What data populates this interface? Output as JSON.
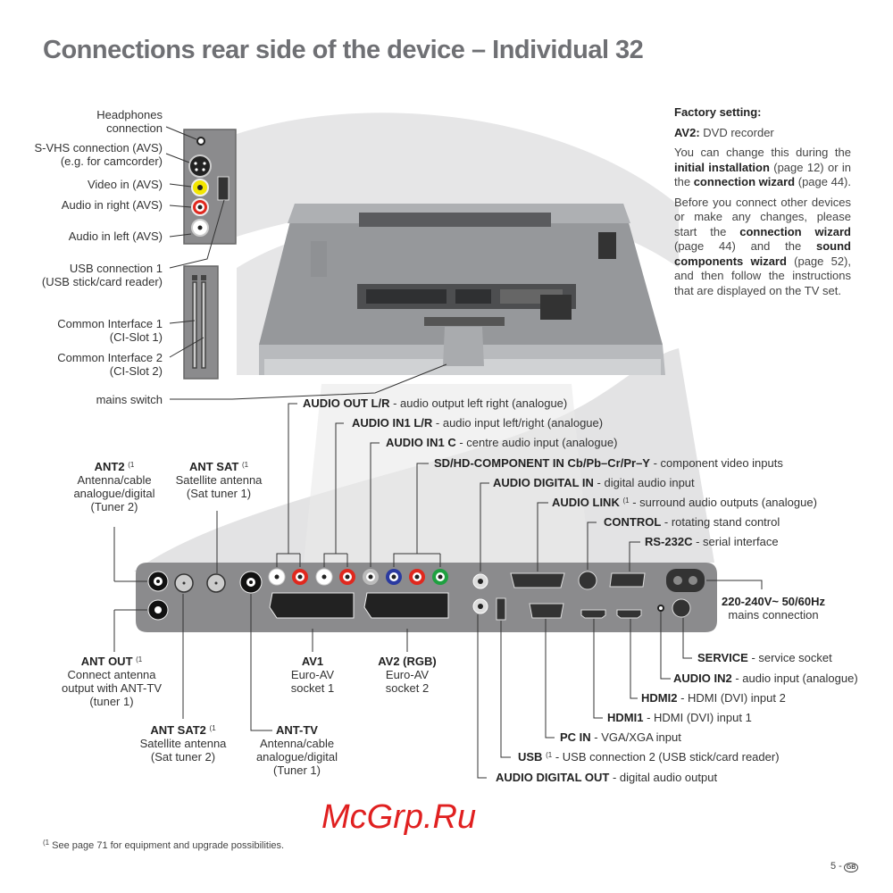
{
  "title": "Connections rear side of the device – Individual 32",
  "side_panel_labels": {
    "headphones": [
      "Headphones",
      "connection"
    ],
    "svhs": [
      "S-VHS connection (AVS)",
      "(e.g. for camcorder)"
    ],
    "video_in": "Video in (AVS)",
    "audio_right": "Audio in right (AVS)",
    "audio_left": "Audio in left (AVS)",
    "usb1": [
      "USB connection 1",
      "(USB stick/card reader)"
    ],
    "ci1": [
      "Common Interface 1",
      "(CI-Slot 1)"
    ],
    "ci2": [
      "Common Interface 2",
      "(CI-Slot 2)"
    ],
    "mains_switch": "mains switch"
  },
  "info": {
    "heading": "Factory setting:",
    "av2_label": "AV2:",
    "av2_value": "DVD recorder",
    "p1_a": "You can change this during the",
    "p1_b": "initial installation",
    "p1_c": "(page 12) or in the",
    "p1_d": "connection wizard",
    "p1_e": "(page 44).",
    "p2_a": "Before you connect other devices or make any changes, please start the",
    "p2_b": "connection wizard",
    "p2_c": "(page 44) and the",
    "p2_d": "sound components wizard",
    "p2_e": "(page 52), and then follow the instructions that are displayed on the TV set."
  },
  "top_callouts": [
    {
      "name": "AUDIO OUT L/R",
      "desc": " - audio output left right (analogue)",
      "sup": ""
    },
    {
      "name": "AUDIO IN1 L/R",
      "desc": " - audio input left/right (analogue)",
      "sup": ""
    },
    {
      "name": "AUDIO IN1 C",
      "desc": " - centre audio input (analogue)",
      "sup": ""
    },
    {
      "name": "SD/HD-COMPONENT IN Cb/Pb–Cr/Pr–Y",
      "desc": " - component video inputs",
      "sup": ""
    },
    {
      "name": "AUDIO DIGITAL IN",
      "desc": " - digital audio input",
      "sup": ""
    },
    {
      "name": "AUDIO LINK",
      "desc": " - surround audio outputs (analogue)",
      "sup": "(1"
    },
    {
      "name": "CONTROL",
      "desc": " - rotating stand control",
      "sup": ""
    },
    {
      "name": "RS-232C",
      "desc": " - serial interface",
      "sup": ""
    }
  ],
  "antenna_labels": {
    "ant2": {
      "name": "ANT2",
      "sup": "(1",
      "lines": [
        "Antenna/cable",
        "analogue/digital",
        "(Tuner 2)"
      ]
    },
    "ant_sat": {
      "name": "ANT SAT",
      "sup": "(1",
      "lines": [
        "Satellite antenna",
        "(Sat tuner 1)"
      ]
    },
    "ant_out": {
      "name": "ANT OUT",
      "sup": "(1",
      "lines": [
        "Connect antenna",
        "output with ANT-TV",
        "(tuner 1)"
      ]
    },
    "ant_sat2": {
      "name": "ANT SAT2",
      "sup": "(1",
      "lines": [
        "Satellite antenna",
        "(Sat tuner 2)"
      ]
    },
    "ant_tv": {
      "name": "ANT-TV",
      "sup": "",
      "lines": [
        "Antenna/cable",
        "analogue/digital",
        "(Tuner 1)"
      ]
    },
    "av1": {
      "name": "AV1",
      "sup": "",
      "lines": [
        "Euro-AV",
        "socket 1"
      ]
    },
    "av2": {
      "name": "AV2 (RGB)",
      "sup": "",
      "lines": [
        "Euro-AV",
        "socket 2"
      ]
    }
  },
  "mains": {
    "name": "220-240V~ 50/60Hz",
    "desc": "mains connection"
  },
  "bottom_callouts": [
    {
      "name": "SERVICE",
      "desc": " - service socket",
      "sup": ""
    },
    {
      "name": "AUDIO IN2",
      "desc": " - audio input (analogue)",
      "sup": ""
    },
    {
      "name": "HDMI2",
      "desc": " - HDMI (DVI) input 2",
      "sup": ""
    },
    {
      "name": "HDMI1",
      "desc": " - HDMI (DVI) input 1",
      "sup": ""
    },
    {
      "name": "PC IN",
      "desc": " - VGA/XGA input",
      "sup": ""
    },
    {
      "name": "USB",
      "desc": " - USB connection 2 (USB stick/card reader)",
      "sup": "(1"
    },
    {
      "name": "AUDIO DIGITAL OUT",
      "desc": " - digital audio output",
      "sup": ""
    }
  ],
  "footnote": {
    "sup": "(1",
    "text": " See page 71 for equipment and upgrade possibilities."
  },
  "page": {
    "number": "5 -",
    "lang": "GB"
  },
  "watermark": "McGrp.Ru",
  "colors": {
    "title": "#6f7074",
    "panel": "#8b8b8d",
    "yellow": "#f2e600",
    "red": "#e0281e",
    "blue": "#2a3aa0",
    "green": "#1fa040"
  }
}
